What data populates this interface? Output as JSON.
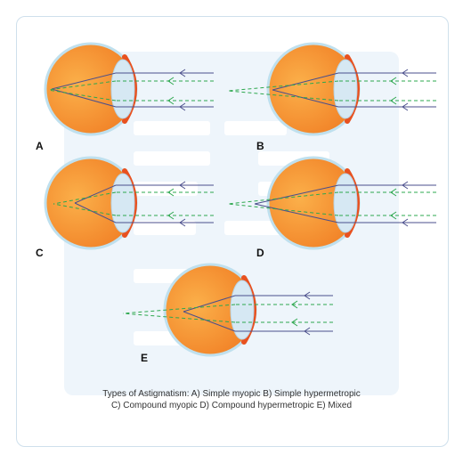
{
  "panels": [
    {
      "label": "A",
      "name": "Simple myopic"
    },
    {
      "label": "B",
      "name": "Simple hypermetropic"
    },
    {
      "label": "C",
      "name": "Compound myopic"
    },
    {
      "label": "D",
      "name": "Compound hypermetropic"
    },
    {
      "label": "E",
      "name": "Mixed"
    }
  ],
  "caption": {
    "line1": "Types of Astigmatism: A) Simple myopic B) Simple hypermetropic",
    "line2": "C) Compound myopic D) Compound hypermetropic E) Mixed"
  },
  "colors": {
    "eye_fill_light": "#fbb04a",
    "eye_fill_dark": "#f07b22",
    "eye_outline": "#bfe0ee",
    "lens": "#d6e8f3",
    "cornea": "#e8511f",
    "solid_ray": "#4b4f8c",
    "dashed_ray": "#2ea84f",
    "frame_border": "#cfe0ec",
    "watermark": "#eef5fb"
  }
}
